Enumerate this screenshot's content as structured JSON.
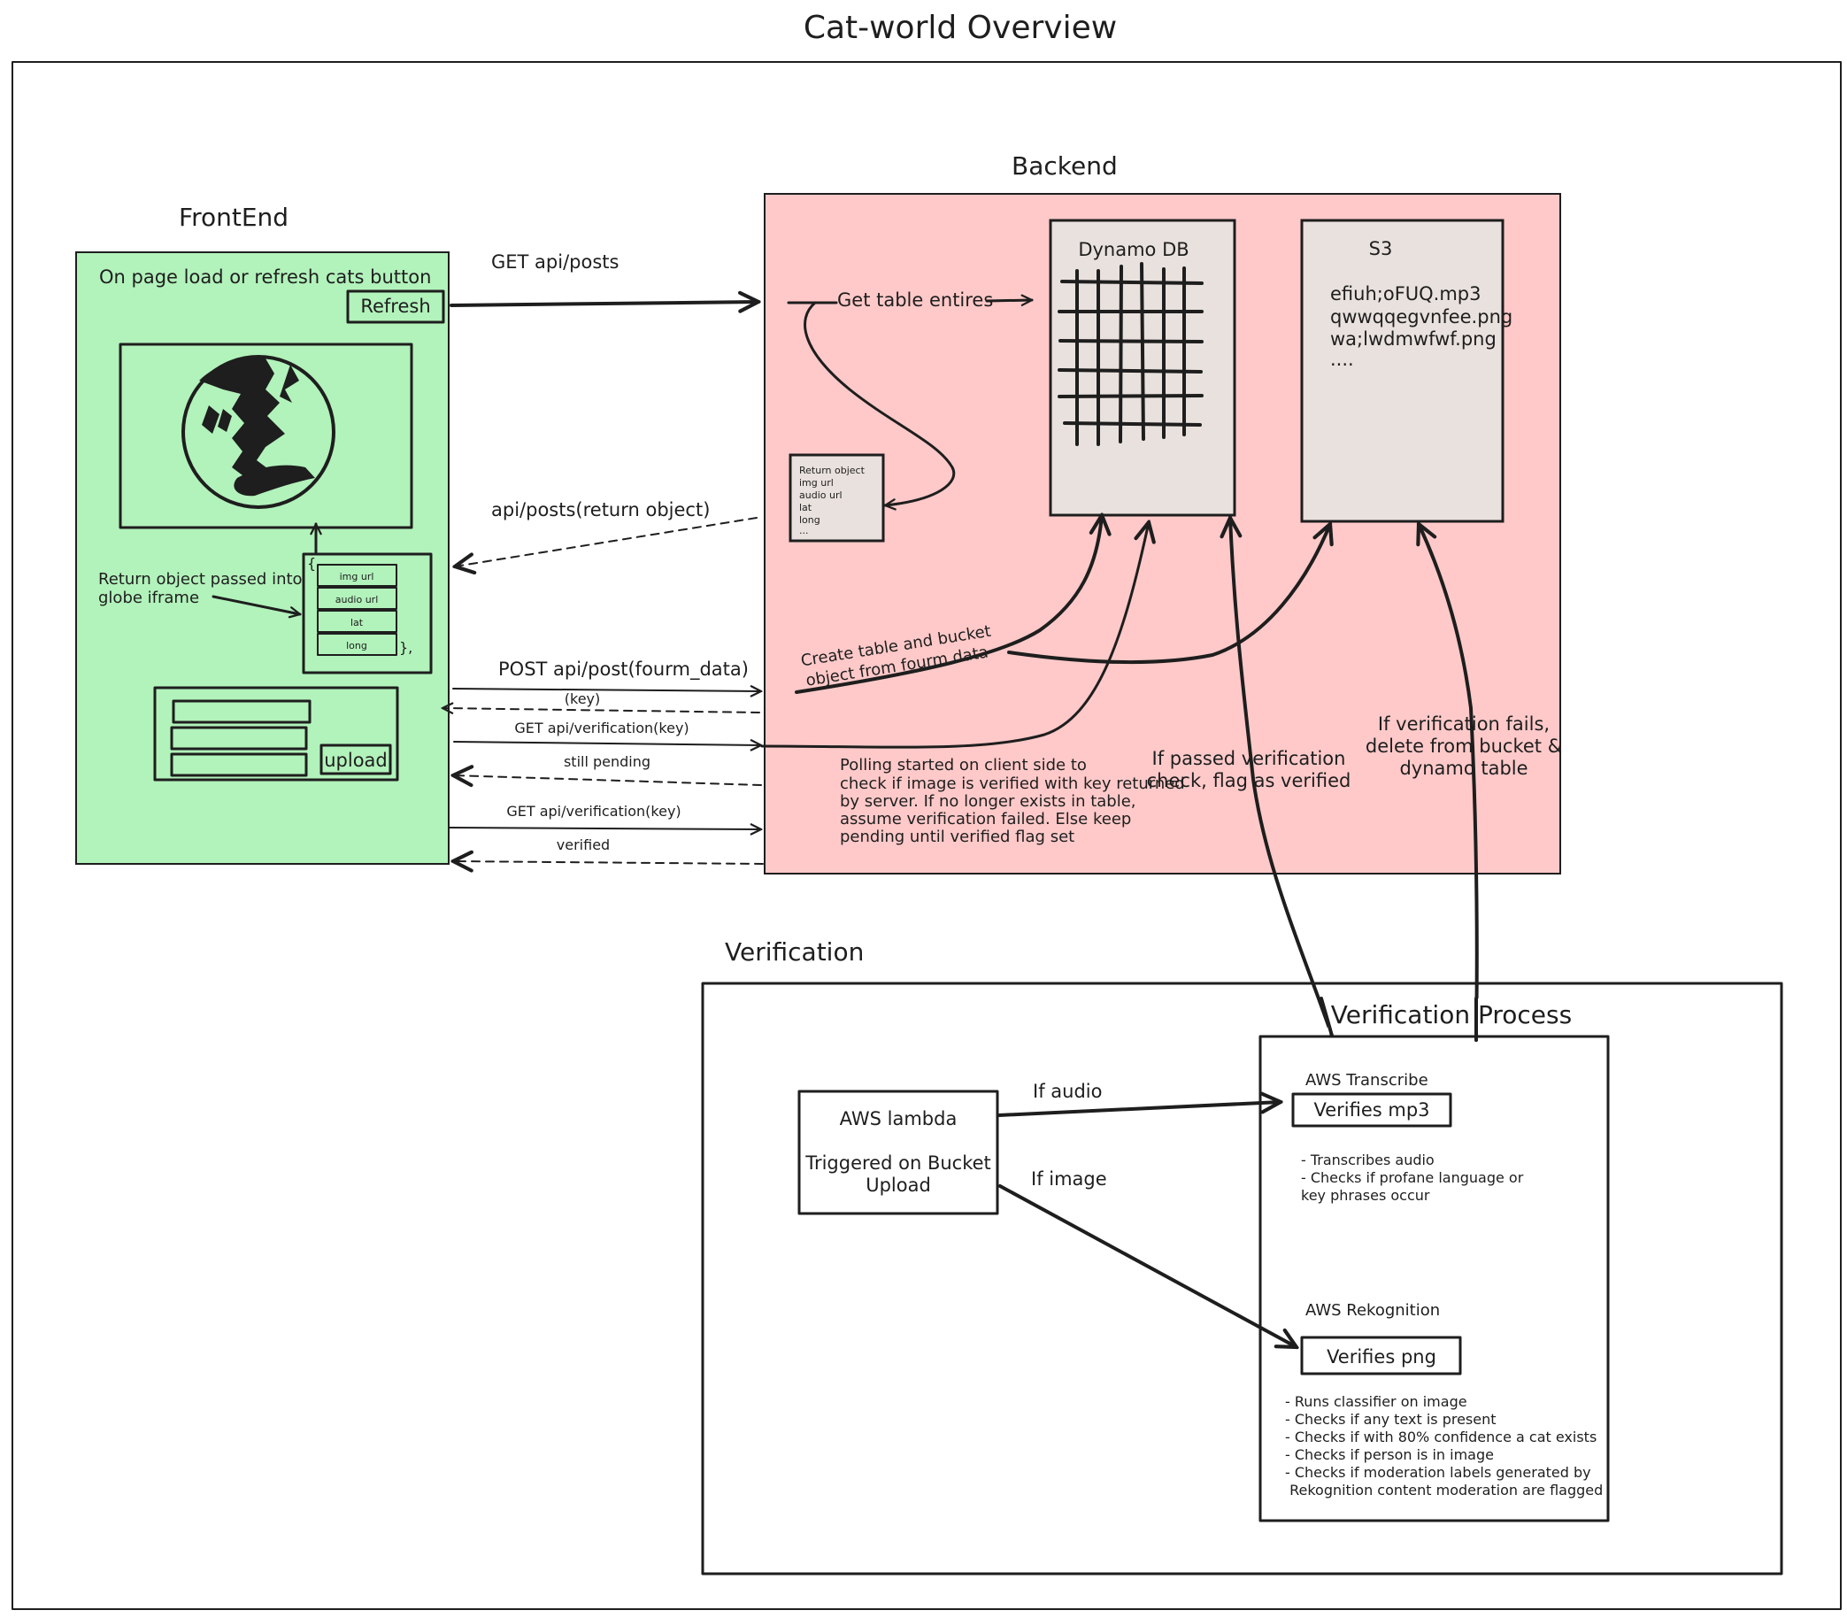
{
  "title": "Cat-world Overview",
  "frontend": {
    "heading": "FrontEnd",
    "color": "#b2f2bb",
    "trigger_label": "On page load or refresh cats button",
    "refresh_button": "Refresh",
    "return_note": [
      "Return object passed into",
      "globe iframe"
    ],
    "object_fields": [
      "img url",
      "audio url",
      "lat",
      "long"
    ],
    "object_open": "{",
    "object_close": "},",
    "upload_button": "upload"
  },
  "backend": {
    "heading": "Backend",
    "color": "#ffc9c9",
    "box_color": "#e9e1dd",
    "get_table_label": "Get table entires",
    "return_object_lines": [
      "Return object",
      "img url",
      "audio url",
      "lat",
      "long",
      "..."
    ],
    "dynamo_label": "Dynamo DB",
    "s3_label": "S3",
    "s3_files": [
      "efiuh;oFUQ.mp3",
      "qwwqqegvnfee.png",
      "wa;lwdmwfwf.png",
      "...."
    ],
    "create_label": [
      "Create table and bucket",
      "object from fourm data"
    ],
    "polling_note": [
      "Polling started on client side to",
      "check if image is verified with key returned",
      "by server. If no longer exists in table,",
      "assume verification failed. Else keep",
      "pending until verified flag set"
    ],
    "passed_note": [
      "If passed verification",
      "check, flag as verified"
    ],
    "fail_note": [
      "If verification fails,",
      "delete from bucket &",
      "dynamo table"
    ]
  },
  "requests": {
    "get_posts": "GET api/posts",
    "posts_return": "api/posts(return object)",
    "post_form": "POST api/post(fourm_data)",
    "key": "(key)",
    "get_verification_1": "GET api/verification(key)",
    "still_pending": "still pending",
    "get_verification_2": "GET api/verification(key)",
    "verified": "verified"
  },
  "verification": {
    "heading": "Verification",
    "process_heading": "Verification Process",
    "lambda_lines": [
      "AWS lambda",
      "",
      "Triggered on Bucket",
      "Upload"
    ],
    "if_audio": "If audio",
    "if_image": "If image",
    "transcribe_label": "AWS Transcribe",
    "transcribe_box": "Verifies mp3",
    "transcribe_notes": [
      "- Transcribes audio",
      "- Checks if profane language or",
      "key phrases occur"
    ],
    "rekognition_label": "AWS Rekognition",
    "rekognition_box": "Verifies png",
    "rekognition_notes": [
      "- Runs classifier on image",
      "- Checks if any text is present",
      "- Checks if with 80% confidence a cat exists",
      "- Checks if person is in image",
      "- Checks if moderation labels generated by",
      " Rekognition content moderation are flagged"
    ]
  }
}
